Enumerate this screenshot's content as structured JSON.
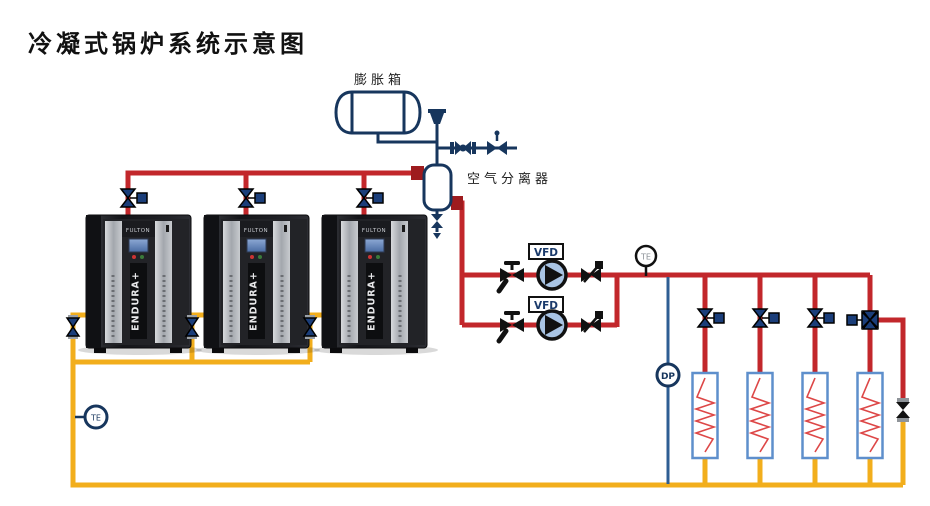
{
  "title": "冷凝式锅炉系统示意图",
  "labels": {
    "expansion_tank": "膨胀箱",
    "air_separator": "空气分离器",
    "vfd": "VFD",
    "te": "TE",
    "dp": "DP"
  },
  "boilers": {
    "count": 3,
    "brand": "ENDURA+",
    "logo": "FULTON"
  },
  "pumps": {
    "count": 2,
    "label": "VFD"
  },
  "heat_exchangers": {
    "count": 4
  },
  "sensors": {
    "supply_temperature": "TE",
    "return_temperature": "TE",
    "differential_pressure": "DP"
  },
  "colors": {
    "supply_pipe_red": "#C2272B",
    "return_pipe_yellow": "#F2AE1C",
    "instrument_line_blue": "#2F5E93",
    "equipment_navy": "#17365D",
    "valve_fill": "#1B3E7A",
    "hx_border_blue": "#5E8FCC",
    "coil_red": "#DD4747",
    "pump_fill": "#A9C4E4",
    "flange_dark_red": "#9E1B1E"
  }
}
